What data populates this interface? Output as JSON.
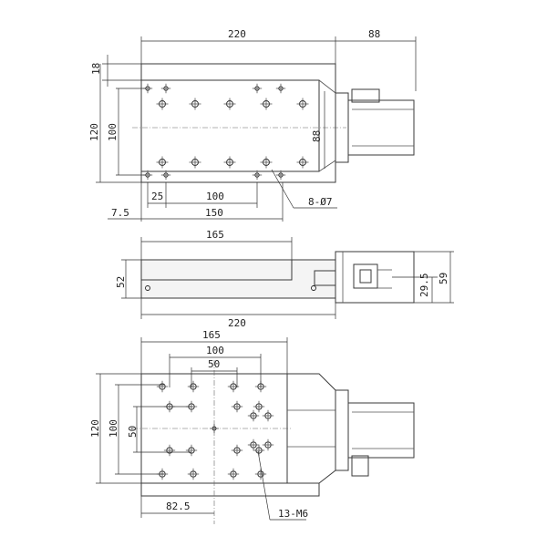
{
  "top_view": {
    "dim_length": "220",
    "dim_motor": "88",
    "dim_18": "18",
    "dim_120": "120",
    "dim_100_v": "100",
    "dim_88_v": "88",
    "dim_25": "25",
    "dim_100_h": "100",
    "dim_7_5": "7.5",
    "dim_150": "150",
    "callout_holes": "8-Ø7"
  },
  "side_view": {
    "dim_165": "165",
    "dim_52": "52",
    "dim_220": "220",
    "dim_29_5": "29.5",
    "dim_59": "59"
  },
  "bottom_view": {
    "dim_165": "165",
    "dim_100": "100",
    "dim_50_h": "50",
    "dim_120": "120",
    "dim_100_v": "100",
    "dim_50_v": "50",
    "dim_82_5": "82.5",
    "callout_threads": "13-M6"
  },
  "colors": {
    "line": "#3a3a3a",
    "text": "#222222",
    "background": "#ffffff"
  }
}
